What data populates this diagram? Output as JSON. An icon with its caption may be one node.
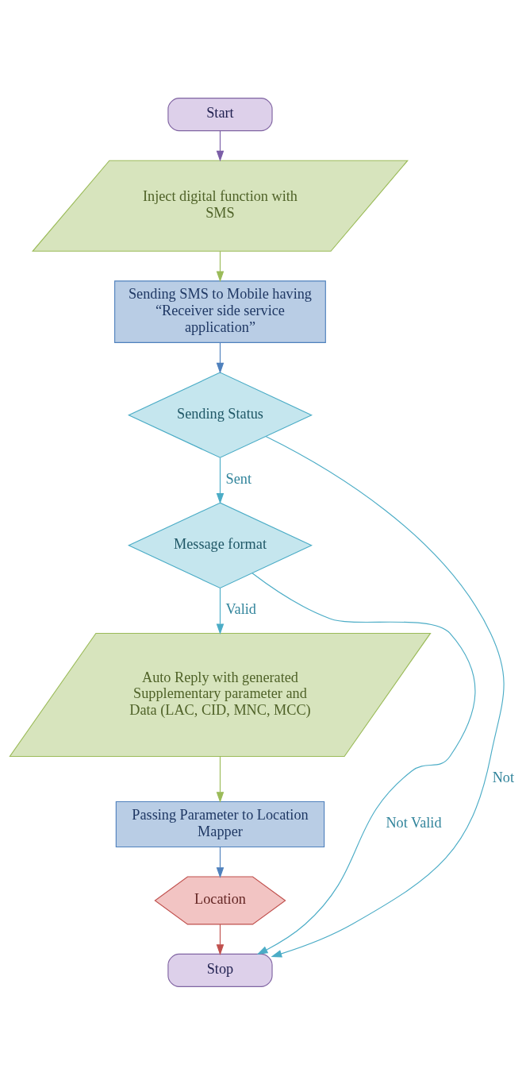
{
  "diagram": {
    "nodes": [
      {
        "text": [
          "Start"
        ]
      },
      {
        "text": [
          "Inject digital function with SMS"
        ]
      },
      {
        "text": [
          "Sending SMS to Mobile having “Receiver side service application”"
        ]
      },
      {
        "text": [
          "Sending Status"
        ]
      },
      {
        "text": [
          "Message format"
        ]
      },
      {
        "text": [
          "Auto Reply with generated Supplementary parameter and Data (LAC, CID, MNC, MCC)"
        ]
      },
      {
        "text": [
          "Passing Parameter to Location Mapper"
        ]
      },
      {
        "text": [
          "Location"
        ]
      },
      {
        "text": [
          "Stop"
        ]
      }
    ],
    "edges": [
      {
        "from": 0,
        "to": 1,
        "arrow": "to",
        "color": "#7b5ea7"
      },
      {
        "from": 1,
        "to": 2,
        "arrow": "to",
        "color": "#9bbb59"
      },
      {
        "from": 2,
        "to": 3,
        "arrow": "to",
        "color": "#4f81bd"
      },
      {
        "from": 3,
        "to": 4,
        "arrow": "to",
        "label": "Sent",
        "color": "#4bacc6"
      },
      {
        "from": 4,
        "to": 5,
        "arrow": "to",
        "label": "Valid",
        "color": "#4bacc6"
      },
      {
        "from": 5,
        "to": 6,
        "arrow": "to",
        "color": "#9bbb59"
      },
      {
        "from": 6,
        "to": 7,
        "arrow": "to",
        "color": "#4f81bd"
      },
      {
        "from": 7,
        "to": 8,
        "arrow": "to",
        "color": "#c0504d"
      },
      {
        "from": 3,
        "to": 8,
        "arrow": "to",
        "label": "Not",
        "color": "#4bacc6"
      },
      {
        "from": 4,
        "to": 8,
        "arrow": "to",
        "label": "Not Valid",
        "color": "#4bacc6"
      }
    ]
  }
}
